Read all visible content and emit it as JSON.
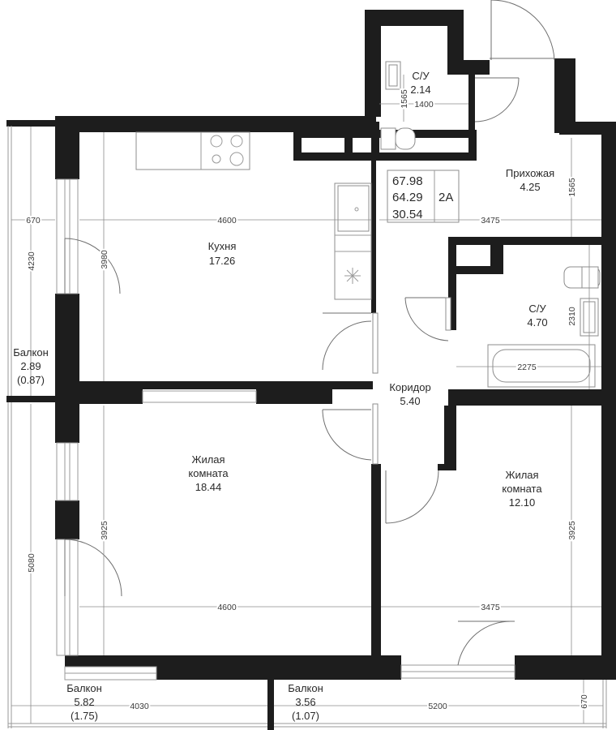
{
  "areas": {
    "total": "67.98",
    "reduced": "64.29",
    "living": "30.54",
    "type": "2А"
  },
  "rooms": {
    "kitchen": {
      "name": "Кухня",
      "area": "17.26"
    },
    "living1": {
      "name_l1": "Жилая",
      "name_l2": "комната",
      "area": "18.44"
    },
    "living2": {
      "name_l1": "Жилая",
      "name_l2": "комната",
      "area": "12.10"
    },
    "corridor": {
      "name": "Коридор",
      "area": "5.40"
    },
    "hall": {
      "name": "Прихожая",
      "area": "4.25"
    },
    "wc_small": {
      "name": "С/У",
      "area": "2.14"
    },
    "wc_big": {
      "name": "С/У",
      "area": "4.70"
    },
    "balcony1": {
      "name": "Балкон",
      "area": "2.89",
      "reduced": "(0.87)"
    },
    "balcony2": {
      "name": "Балкон",
      "area": "5.82",
      "reduced": "(1.75)"
    },
    "balcony3": {
      "name": "Балкон",
      "area": "3.56",
      "reduced": "(1.07)"
    }
  },
  "dimensions": {
    "kitchen_w": "4600",
    "kitchen_h": "3980",
    "hall_w": "3475",
    "hall_h": "1565",
    "wc_small_w": "1400",
    "wc_small_h": "1565",
    "wc_big_w": "2275",
    "wc_big_h": "2310",
    "living1_w": "4600",
    "living1_h": "3925",
    "living2_w": "3475",
    "living2_h": "3925",
    "balcony1_w": "670",
    "balcony1_h": "4230",
    "balcony2_h": "5080",
    "balcony2_w": "4030",
    "balcony3_w": "5200",
    "balcony3_h": "670"
  }
}
